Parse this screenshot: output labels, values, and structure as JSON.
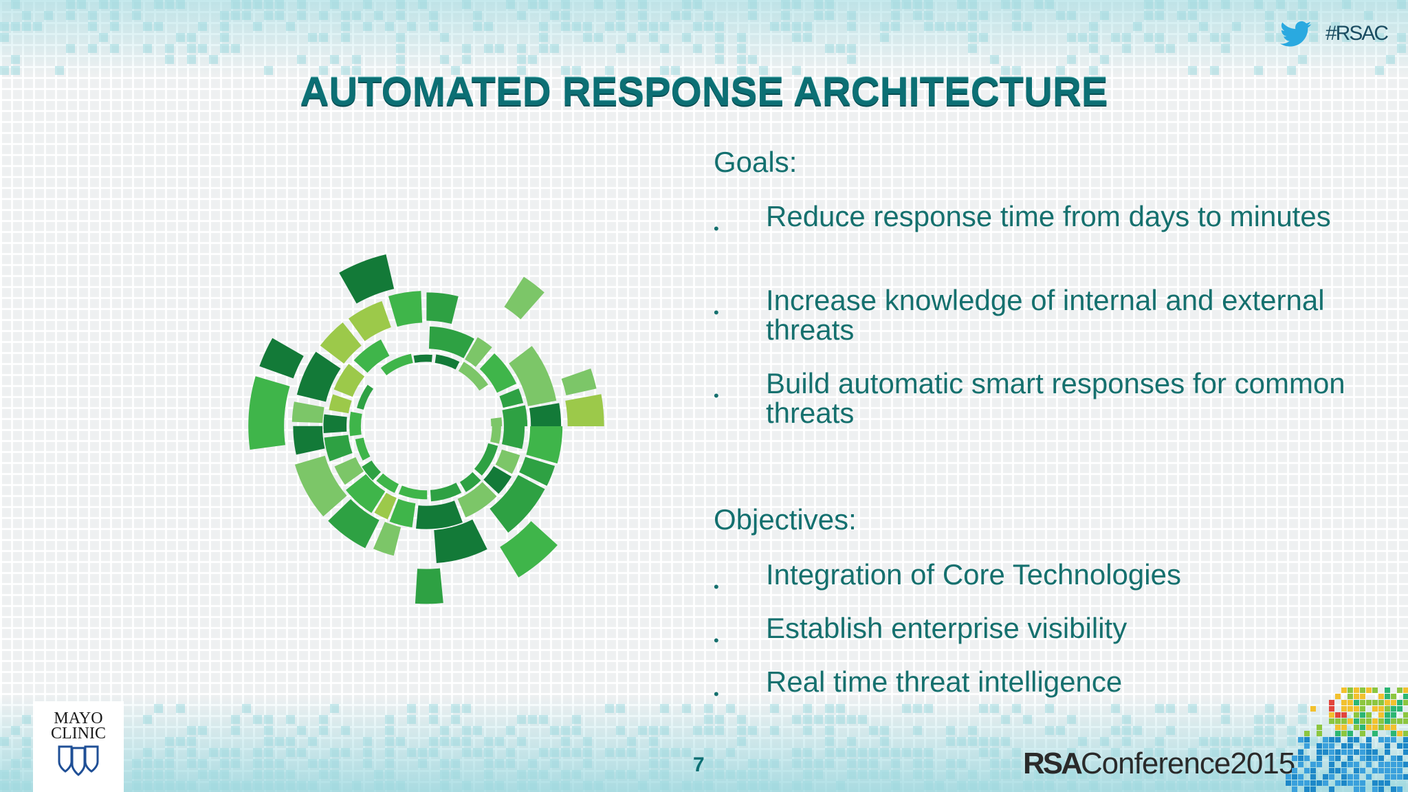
{
  "slide": {
    "title": "AUTOMATED RESPONSE ARCHITECTURE",
    "hashtag": "#RSAC",
    "page_number": "7"
  },
  "goals": {
    "label": "Goals:",
    "items": [
      "Reduce response time from days to minutes",
      "Increase knowledge of internal and external threats",
      "Build automatic smart responses for common threats"
    ]
  },
  "objectives": {
    "label": "Objectives:",
    "items": [
      "Integration of Core Technologies",
      "Establish enterprise visibility",
      "Real time threat intelligence"
    ]
  },
  "branding": {
    "mayo_line1": "MAYO",
    "mayo_line2": "CLINIC",
    "rsa_bold": "RSA",
    "rsa_rest": "Conference2015"
  },
  "icons": {
    "twitter": "twitter-icon",
    "emblem": "circular-emblem-graphic",
    "mayo_shield": "mayo-shield-icon",
    "corner": "pixel-burst-graphic"
  },
  "colors": {
    "title": "#0c6f74",
    "body_text": "#15706e",
    "emblem_dark": "#137a38",
    "emblem_mid": "#3fb54a",
    "emblem_light": "#9cc94a",
    "twitter_blue": "#2aa9e0"
  }
}
